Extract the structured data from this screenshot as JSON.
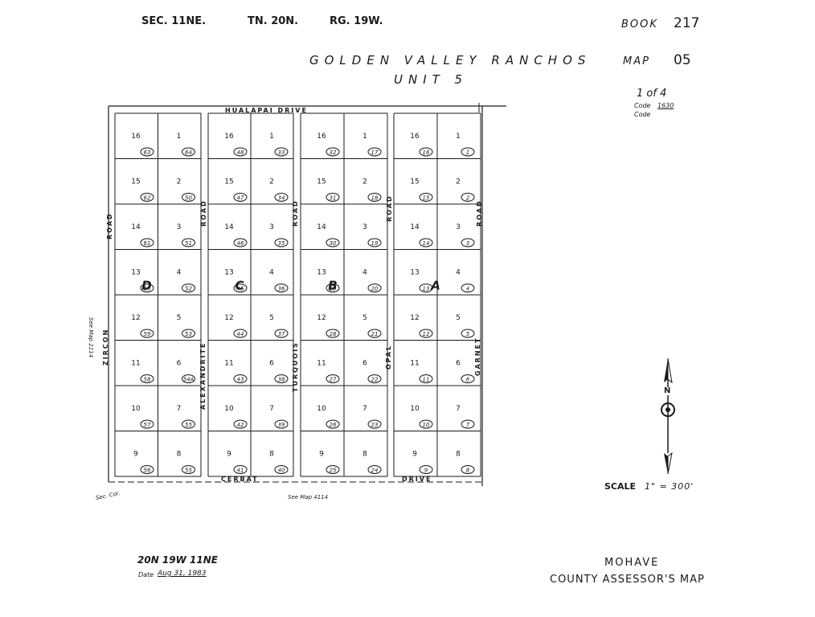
{
  "header": {
    "section": "SEC. 11NE.",
    "township": "TN. 20N.",
    "range": "RG. 19W."
  },
  "title": {
    "line1": "GOLDEN   VALLEY   RANCHOS",
    "line2": "UNIT   5"
  },
  "book": {
    "label": "BOOK",
    "number": "217"
  },
  "map_ref": {
    "label": "MAP",
    "number": "05"
  },
  "sheet": "1 of 4",
  "codes": {
    "code1_label": "Code",
    "code1_value": "1630",
    "code2_label": "Code",
    "code2_value": ""
  },
  "streets": {
    "top": "HUALAPAI          DRIVE",
    "bottom_left": "CERBAT",
    "bottom_right": "DRIVE",
    "vertical": [
      "ZIRCON",
      "ROAD",
      "ALEXANDRITE",
      "ROAD",
      "TURQUOIS",
      "ROAD",
      "OPAL",
      "ROAD",
      "GARNET",
      "ROAD"
    ]
  },
  "blocks": [
    {
      "letter": "D",
      "parcels": [
        "63",
        "64",
        "62",
        "50",
        "61",
        "51",
        "60",
        "52",
        "59",
        "53",
        "58",
        "54A",
        "57",
        "55",
        "56",
        "55"
      ]
    },
    {
      "letter": "C",
      "parcels": [
        "48",
        "33",
        "47",
        "34",
        "46",
        "35",
        "45",
        "36",
        "44",
        "37",
        "43",
        "38",
        "42",
        "39",
        "41",
        "40"
      ]
    },
    {
      "letter": "B",
      "parcels": [
        "32",
        "17",
        "31",
        "18",
        "30",
        "19",
        "29",
        "20",
        "28",
        "21",
        "27",
        "22",
        "26",
        "23",
        "25",
        "24"
      ]
    },
    {
      "letter": "A",
      "parcels": [
        "16",
        "1",
        "15",
        "2",
        "14",
        "3",
        "13",
        "4",
        "12",
        "5",
        "11",
        "6",
        "10",
        "7",
        "9",
        "8"
      ]
    }
  ],
  "lots": {
    "left": [
      "16",
      "15",
      "14",
      "13",
      "12",
      "11",
      "10",
      "9"
    ],
    "right": [
      "1",
      "2",
      "3",
      "4",
      "5",
      "6",
      "7",
      "8"
    ]
  },
  "notes": {
    "see_map_left": "See Map 2114",
    "see_map_bottom": "See Map 4114",
    "sec_corner": "Sec. Cor."
  },
  "compass": {
    "north": "N"
  },
  "scale": {
    "label": "SCALE",
    "value": "1\" = 300'"
  },
  "footer": {
    "ref": "20N 19W 11NE",
    "date_label": "Date",
    "date_value": "Aug 31, 1983",
    "county": "MOHAVE",
    "agency": "COUNTY  ASSESSOR'S  MAP"
  },
  "colors": {
    "ink": "#1a1a1a",
    "paper": "#ffffff"
  }
}
